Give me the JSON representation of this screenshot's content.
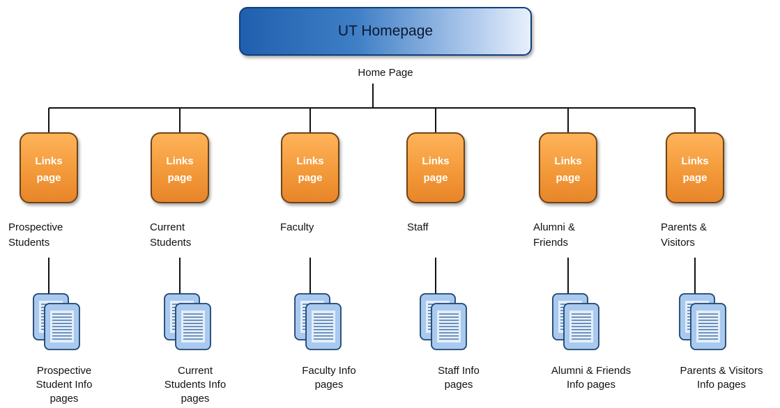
{
  "root": {
    "title": "UT Homepage",
    "subtitle": "Home Page"
  },
  "sections": [
    {
      "box_line1": "Links",
      "box_line2": "page",
      "label": "Prospective\nStudents",
      "info": "Prospective\nStudent Info\npages"
    },
    {
      "box_line1": "Links",
      "box_line2": "page",
      "label": "Current\nStudents",
      "info": "Current\nStudents Info\npages"
    },
    {
      "box_line1": "Links",
      "box_line2": "page",
      "label": "Faculty",
      "info": "Faculty Info\npages"
    },
    {
      "box_line1": "Links",
      "box_line2": "page",
      "label": "Staff",
      "info": "Staff Info\npages"
    },
    {
      "box_line1": "Links",
      "box_line2": "page",
      "label": "Alumni &\nFriends",
      "info": "Alumni & Friends\nInfo pages"
    },
    {
      "box_line1": "Links",
      "box_line2": "page",
      "label": "Parents &\nVisitors",
      "info": "Parents & Visitors\nInfo pages"
    }
  ],
  "colors": {
    "root_blue": "#1f5fae",
    "links_orange": "#f39a3a",
    "doc_blue": "#a9c9ee",
    "line": "#111111"
  },
  "icons": {
    "document_stack": "document-stack-icon"
  }
}
